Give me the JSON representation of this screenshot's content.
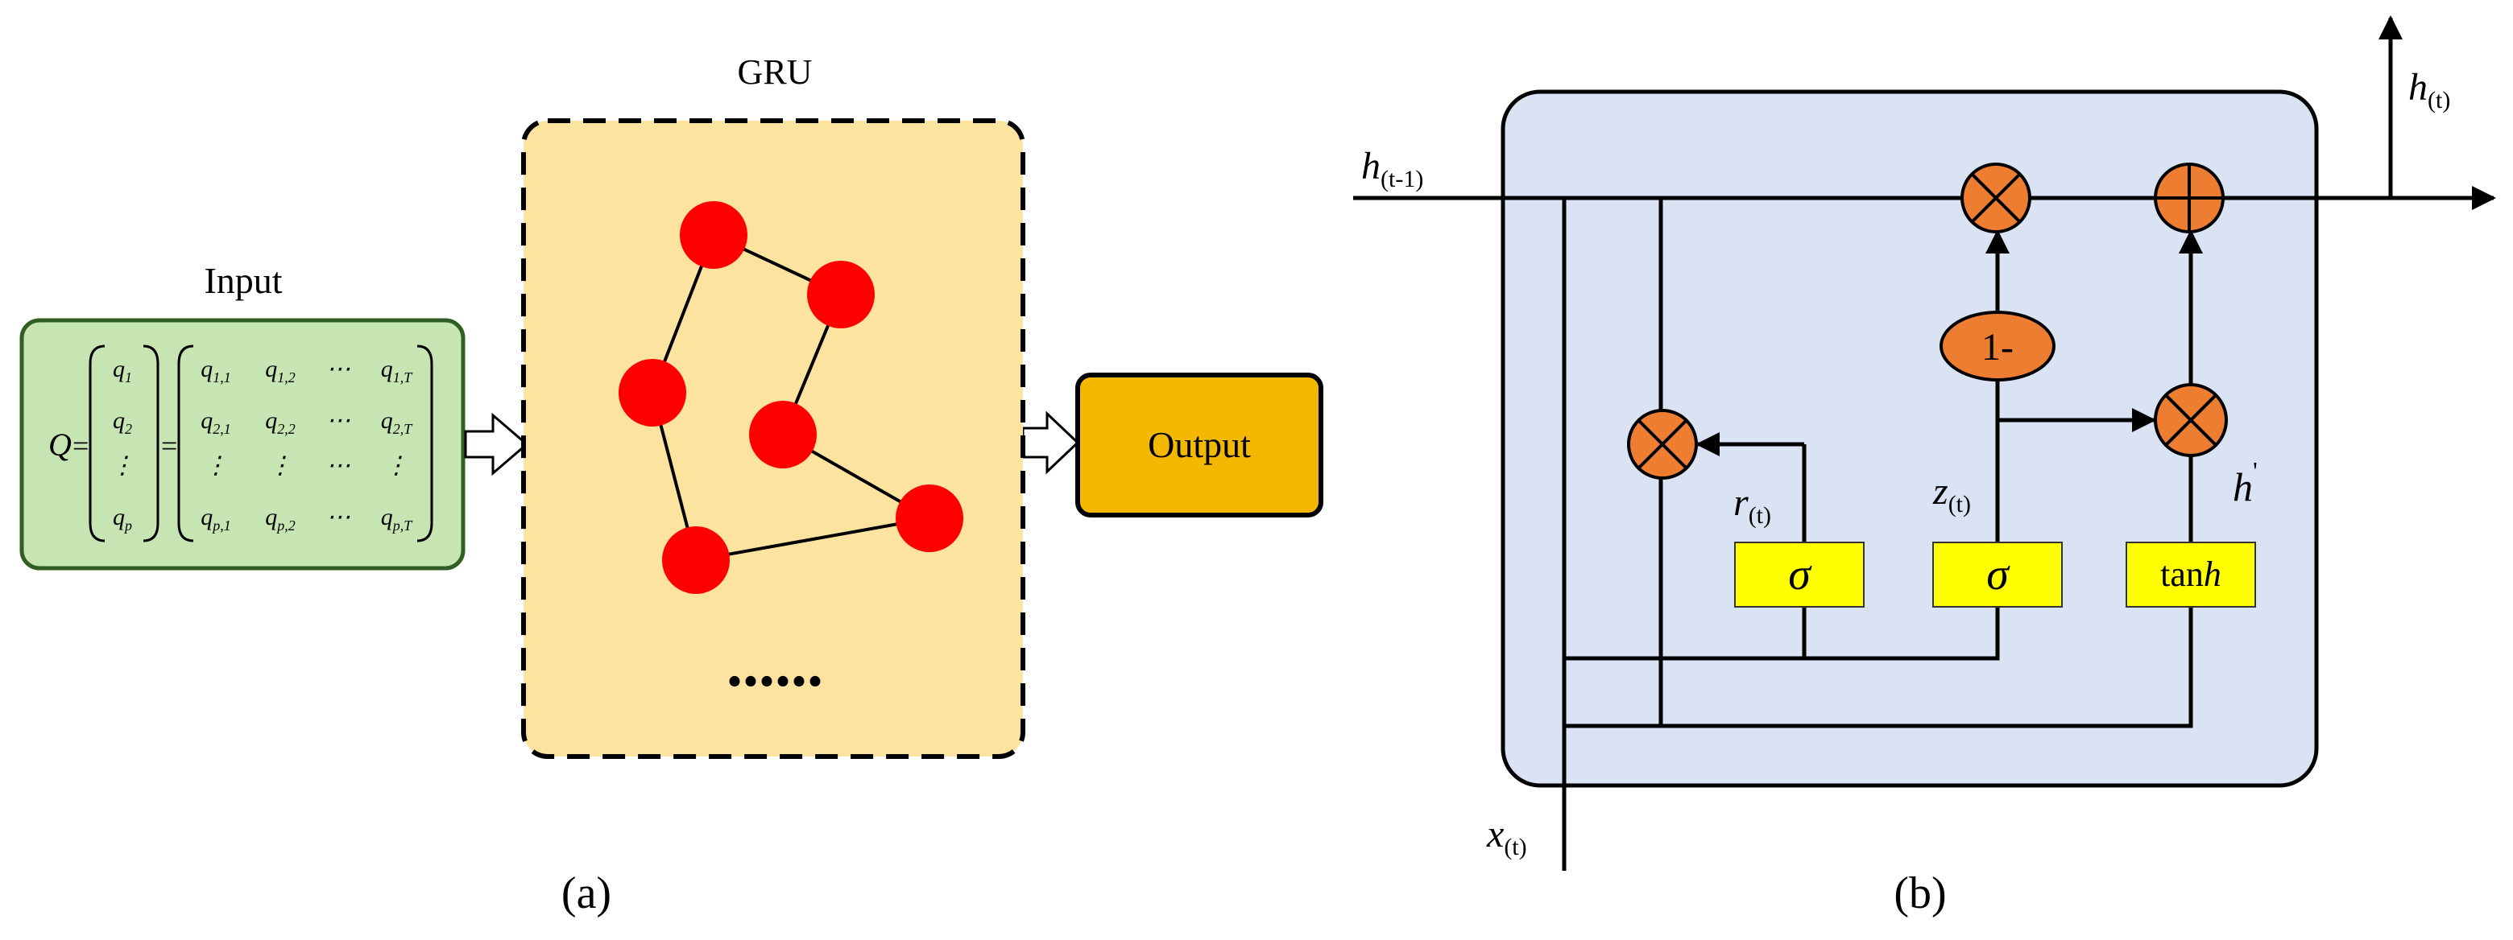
{
  "panel_a": {
    "caption": "(a)",
    "input_title": "Input",
    "gru_title": "GRU",
    "output_label": "Output",
    "ellipsis": "......",
    "matrix": {
      "lhs": "Q",
      "vector": [
        [
          "q",
          "1"
        ],
        [
          "q",
          "2"
        ],
        [
          "⋮",
          ""
        ],
        [
          "q",
          "p"
        ]
      ],
      "rows": [
        [
          [
            "q",
            "1,1"
          ],
          [
            "q",
            "1,2"
          ],
          [
            "⋯",
            ""
          ],
          [
            "q",
            "1,T"
          ]
        ],
        [
          [
            "q",
            "2,1"
          ],
          [
            "q",
            "2,2"
          ],
          [
            "⋯",
            ""
          ],
          [
            "q",
            "2,T"
          ]
        ],
        [
          [
            "⋮",
            ""
          ],
          [
            "⋮",
            ""
          ],
          [
            "⋯",
            ""
          ],
          [
            "⋮",
            ""
          ]
        ],
        [
          [
            "q",
            "p,1"
          ],
          [
            "q",
            "p,2"
          ],
          [
            "⋯",
            ""
          ],
          [
            "q",
            "p,T"
          ]
        ]
      ]
    },
    "colors": {
      "input_fill": "#c6e5b3",
      "input_border": "#2f5f24",
      "gru_fill": "#fde3a0",
      "node": "#ff0000",
      "output_fill": "#f5b800"
    }
  },
  "panel_b": {
    "caption": "(b)",
    "h_prev": {
      "base": "h",
      "sub": "(t-1)"
    },
    "h_out": {
      "base": "h",
      "sub": "(t)"
    },
    "x_in": {
      "base": "x",
      "sub": "(t)"
    },
    "r_label": {
      "base": "r",
      "sub": "(t)"
    },
    "z_label": {
      "base": "z",
      "sub": "(t)"
    },
    "h_cand": {
      "base": "h",
      "sup": "'"
    },
    "one_minus": "1-",
    "sigma": "σ",
    "tanh_prefix": "tan",
    "tanh_suffix": "h",
    "colors": {
      "cell_fill": "#dae3f3",
      "op_fill": "#ed7d31",
      "gate_fill": "#ffff00"
    }
  }
}
